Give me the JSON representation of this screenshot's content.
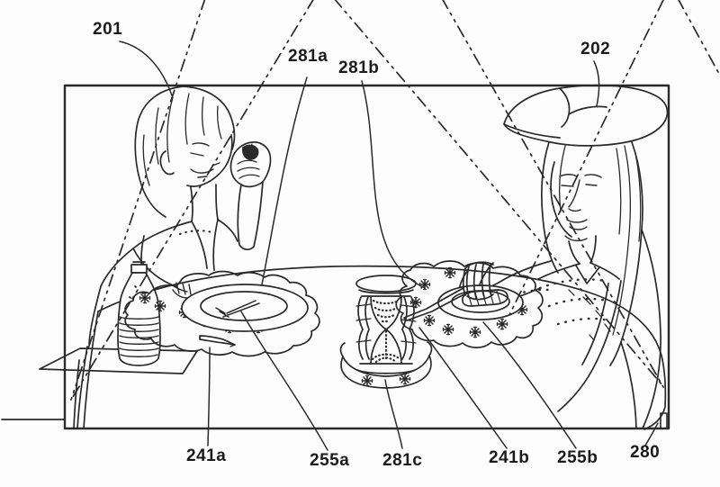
{
  "figure": {
    "type": "patent-line-drawing",
    "background": "#fdfdfd",
    "ink": "#2a2a2a",
    "labels": {
      "l201": "201",
      "l202": "202",
      "l281a": "281a",
      "l281b": "281b",
      "l281c": "281c",
      "l241a": "241a",
      "l241b": "241b",
      "l255a": "255a",
      "l255b": "255b",
      "l280": "280"
    }
  }
}
